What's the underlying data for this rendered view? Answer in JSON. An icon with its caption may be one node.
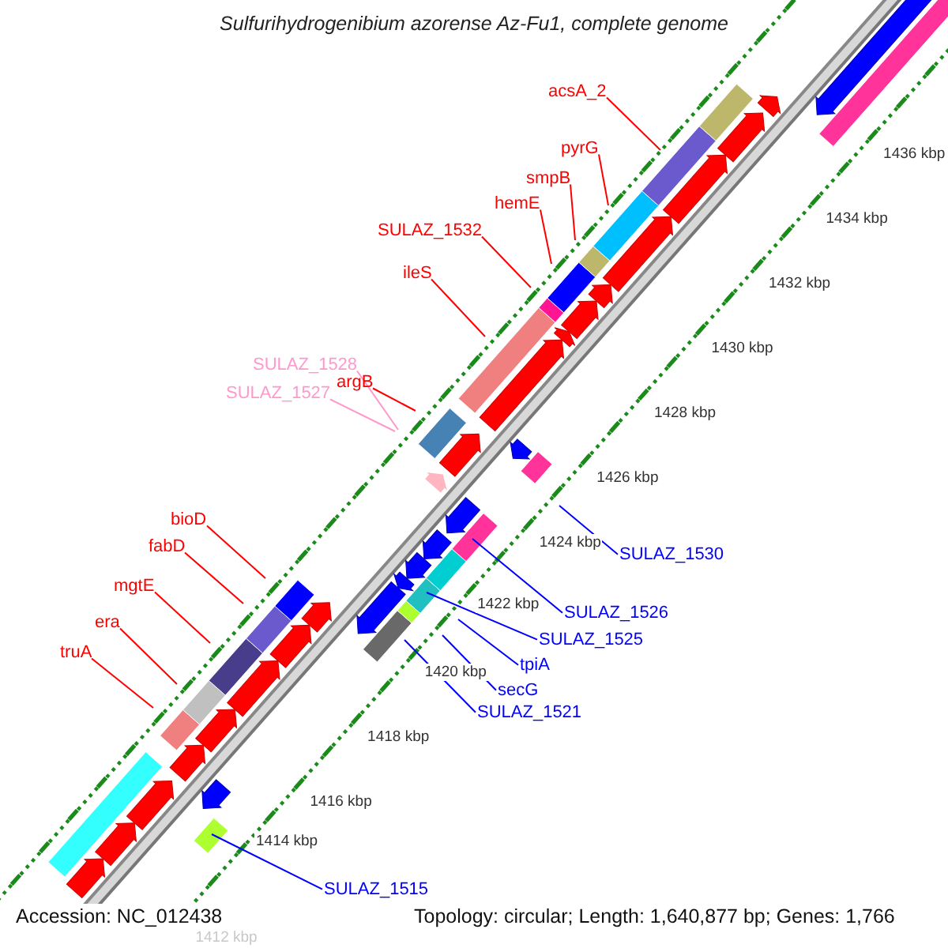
{
  "diagram": {
    "title": "Sulfurihydrogenibium azorense Az-Fu1, complete genome",
    "nodes": [
      {
        "text": [
          "acsA_2"
        ]
      },
      {
        "text": [
          "pyrG"
        ]
      },
      {
        "text": [
          "smpB"
        ]
      },
      {
        "text": [
          "hemE"
        ]
      },
      {
        "text": [
          "SULAZ_1532"
        ]
      },
      {
        "text": [
          "ileS"
        ]
      },
      {
        "text": [
          "SULAZ_1528"
        ]
      },
      {
        "text": [
          "argB"
        ]
      },
      {
        "text": [
          "SULAZ_1527"
        ]
      },
      {
        "text": [
          "bioD"
        ]
      },
      {
        "text": [
          "fabD"
        ]
      },
      {
        "text": [
          "SULAZ_1530"
        ]
      },
      {
        "text": [
          "mgtE"
        ]
      },
      {
        "text": [
          "SULAZ_1526"
        ]
      },
      {
        "text": [
          "era"
        ]
      },
      {
        "text": [
          "SULAZ_1525"
        ]
      },
      {
        "text": [
          "truA"
        ]
      },
      {
        "text": [
          "tpiA"
        ]
      },
      {
        "text": [
          "secG"
        ]
      },
      {
        "text": [
          "SULAZ_1521"
        ]
      },
      {
        "text": [
          "SULAZ_1515"
        ]
      }
    ],
    "edges": [
      {
        "from": 0,
        "to": null,
        "arrow": "none"
      },
      {
        "from": 1,
        "to": null,
        "arrow": "none"
      },
      {
        "from": 2,
        "to": null,
        "arrow": "none"
      },
      {
        "from": 3,
        "to": null,
        "arrow": "none"
      },
      {
        "from": 4,
        "to": null,
        "arrow": "none"
      },
      {
        "from": 5,
        "to": null,
        "arrow": "none"
      },
      {
        "from": 6,
        "to": null,
        "arrow": "none",
        "color": "#ff99cc"
      },
      {
        "from": 7,
        "to": null,
        "arrow": "none"
      },
      {
        "from": 8,
        "to": null,
        "arrow": "none",
        "color": "#ff99cc"
      },
      {
        "from": 9,
        "to": null,
        "arrow": "none"
      },
      {
        "from": 10,
        "to": null,
        "arrow": "none"
      },
      {
        "from": 11,
        "to": null,
        "arrow": "none",
        "color": "#0000ff"
      },
      {
        "from": 12,
        "to": null,
        "arrow": "none"
      },
      {
        "from": 13,
        "to": null,
        "arrow": "none",
        "color": "#0000ff"
      },
      {
        "from": 14,
        "to": null,
        "arrow": "none"
      },
      {
        "from": 15,
        "to": null,
        "arrow": "none",
        "color": "#0000ff"
      },
      {
        "from": 16,
        "to": null,
        "arrow": "none"
      },
      {
        "from": 17,
        "to": null,
        "arrow": "none",
        "color": "#0000ff"
      },
      {
        "from": 18,
        "to": null,
        "arrow": "none",
        "color": "#0000ff"
      },
      {
        "from": 19,
        "to": null,
        "arrow": "none",
        "color": "#0000ff"
      },
      {
        "from": 20,
        "to": null,
        "arrow": "none",
        "color": "#0000ff"
      }
    ],
    "labels": [
      "1436 kbp",
      "1434 kbp",
      "1432 kbp",
      "1430 kbp",
      "1428 kbp",
      "1426 kbp",
      "1424 kbp",
      "1422 kbp",
      "1420 kbp",
      "1418 kbp",
      "1416 kbp",
      "1414 kbp",
      "1412 kbp",
      "Accession: NC_012438",
      "Topology: circular; Length: 1,640,877 bp; Genes: 1,766"
    ]
  }
}
